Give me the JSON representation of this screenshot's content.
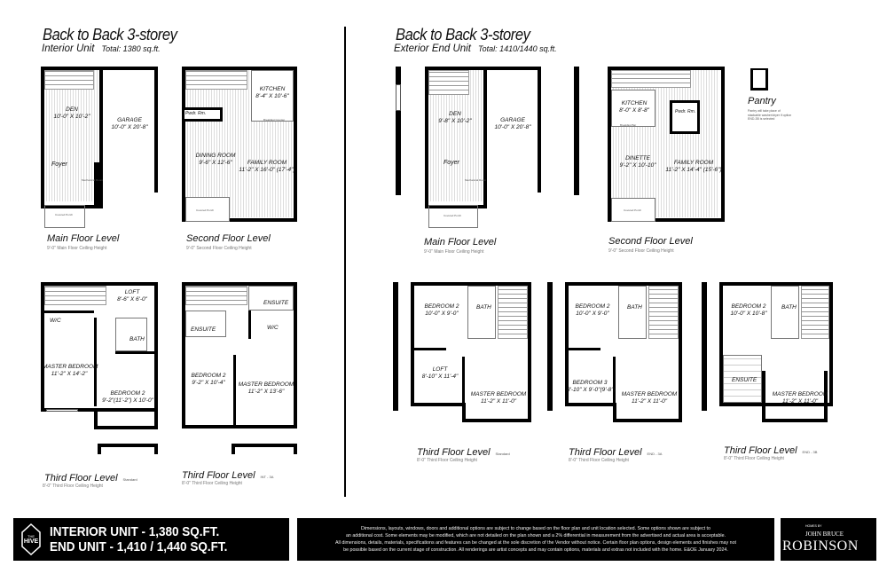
{
  "interior": {
    "title": "Back to Back 3-storey",
    "subtitle": "Interior Unit",
    "total": "Total: 1380 sq.ft.",
    "main_floor": {
      "label": "Main Floor Level",
      "ceiling": "9'-0\" Main Floor Ceiling Height",
      "rooms": [
        {
          "name": "DEN",
          "size": "10'-0\" x 10'-2\""
        },
        {
          "name": "GARAGE",
          "size": "10'-0\" x 20'-8\""
        },
        {
          "name": "Foyer"
        },
        {
          "name": "Mechanical Room"
        },
        {
          "name": "Covered Porch"
        }
      ]
    },
    "second_floor": {
      "label": "Second Floor Level",
      "ceiling": "9'-0\" Second Floor Ceiling Height",
      "rooms": [
        {
          "name": "KITCHEN",
          "size": "8'-4\" x 10'-6\""
        },
        {
          "name": "Pwdr. Rm."
        },
        {
          "name": "DINING ROOM",
          "size": "9'-6\" x 12'-6\""
        },
        {
          "name": "FAMILY ROOM",
          "size": "11'-2\" x 16'-0\" (17'-4\")"
        },
        {
          "name": "Breakfast Counter"
        },
        {
          "name": "Covered Porch"
        }
      ]
    },
    "third_floor_standard": {
      "label": "Third Floor Level",
      "variant": "Standard",
      "ceiling": "8'-0\" Third Floor Ceiling Height",
      "rooms": [
        {
          "name": "LOFT",
          "size": "8'-6\" x 6'-0\""
        },
        {
          "name": "W/C"
        },
        {
          "name": "BATH"
        },
        {
          "name": "MASTER BEDROOM",
          "size": "11'-2\" x 14'-2\""
        },
        {
          "name": "BEDROOM 2",
          "size": "9'-2\"(11'-2\") x 10'-0\""
        }
      ]
    },
    "third_floor_alt": {
      "label": "Third Floor Level",
      "variant": "INT - 3A",
      "ceiling": "8'-0\" Third Floor Ceiling Height",
      "rooms": [
        {
          "name": "ENSUITE"
        },
        {
          "name": "ENSUITE"
        },
        {
          "name": "W/C"
        },
        {
          "name": "BEDROOM 2",
          "size": "9'-2\" x 10'-4\""
        },
        {
          "name": "MASTER BEDROOM",
          "size": "11'-2\" x 13'-6\""
        }
      ]
    }
  },
  "exterior": {
    "title": "Back to Back 3-storey",
    "subtitle": "Exterior End Unit",
    "total": "Total: 1410/1440 sq.ft.",
    "main_floor": {
      "label": "Main Floor Level",
      "ceiling": "9'-0\" Main Floor Ceiling Height",
      "rooms": [
        {
          "name": "DEN",
          "size": "9'-8\" x 10'-2\""
        },
        {
          "name": "GARAGE",
          "size": "10'-0\" x 20'-8\""
        },
        {
          "name": "Foyer"
        },
        {
          "name": "Mechanical Room"
        },
        {
          "name": "Covered Porch"
        }
      ]
    },
    "second_floor": {
      "label": "Second Floor Level",
      "ceiling": "9'-0\" Second Floor Ceiling Height",
      "rooms": [
        {
          "name": "KITCHEN",
          "size": "8'-0\" x 8'-8\""
        },
        {
          "name": "Pwdr. Rm."
        },
        {
          "name": "DINETTE",
          "size": "9'-2\" x 10'-10\""
        },
        {
          "name": "FAMILY ROOM",
          "size": "11'-2\" x 14'-4\" (15'-6\")"
        },
        {
          "name": "Breakfast Bar"
        },
        {
          "name": "Covered Porch"
        }
      ]
    },
    "pantry": {
      "label": "Pantry",
      "note": "Pantry will take place of stackable washer/dryer if option END-3B is selected"
    },
    "third_floors": [
      {
        "label": "Third Floor Level",
        "variant": "Standard",
        "ceiling": "8'-0\" Third Floor Ceiling Height",
        "rooms": [
          {
            "name": "BEDROOM 2",
            "size": "10'-0\" x 9'-0\""
          },
          {
            "name": "BATH"
          },
          {
            "name": "LOFT",
            "size": "8'-10\" x 11'-4\""
          },
          {
            "name": "MASTER BEDROOM",
            "size": "11'-2\" x 11'-0\""
          }
        ]
      },
      {
        "label": "Third Floor Level",
        "variant": "END - 3A",
        "ceiling": "8'-0\" Third Floor Ceiling Height",
        "rooms": [
          {
            "name": "BEDROOM 2",
            "size": "10'-0\" x 9'-0\""
          },
          {
            "name": "BATH"
          },
          {
            "name": "BEDROOM 3",
            "size": "8'-10\" x 9'-0\"(9'-8\")"
          },
          {
            "name": "MASTER BEDROOM",
            "size": "11'-2\" x 11'-0\""
          }
        ]
      },
      {
        "label": "Third Floor Level",
        "variant": "END - 3B",
        "ceiling": "8'-0\" Third Floor Ceiling Height",
        "rooms": [
          {
            "name": "BEDROOM 2",
            "size": "10'-0\" x 10'-8\""
          },
          {
            "name": "BATH"
          },
          {
            "name": "ENSUITE"
          },
          {
            "name": "MASTER BEDROOM",
            "size": "11'-2\" x 11'-0\""
          }
        ]
      }
    ]
  },
  "footer": {
    "logo_text": [
      "THE",
      "HIVE"
    ],
    "line1": "INTERIOR UNIT - 1,380 SQ.FT.",
    "line2": "END UNIT - 1,410 / 1,440 SQ.FT.",
    "disclaimer": [
      "Dimensions, layouts, windows, doors and additional options are subject to change based on the floor plan and unit location selected. Some options shown are subject to",
      "an additional cost. Some elements may be modified, which are not detailed on the plan shown and a 2% differential in measurement from the advertised and actual area is acceptable.",
      "All dimensions, details, materials, specifications and features can be changed at the sole discretion of the Vendor without notice. Certain floor plan options, design elements and finishes may not",
      "be possible based on the current stage of construction. All renderings are artist concepts and may contain options, materials and extras not included with the home. E&OE January 2024."
    ],
    "builder": {
      "small": "HOMES BY",
      "name1": "JOHN BRUCE",
      "name2": "ROBINSON"
    }
  }
}
